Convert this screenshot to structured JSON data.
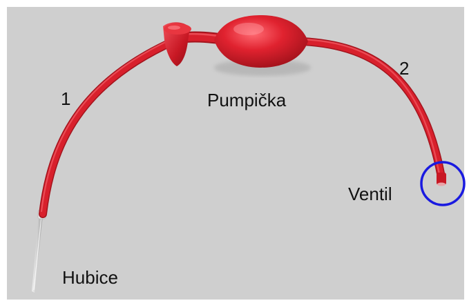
{
  "colors": {
    "background": "#cfcfcf",
    "frame": "#ffffff",
    "tube": "#d8202c",
    "tube_highlight": "#ef5660",
    "tube_shadow": "#a3141d",
    "bulb": "#dd1f2c",
    "tip": "#d9d9d9",
    "highlight_circle": "#1a1ae0",
    "text": "#111111"
  },
  "labels": {
    "part1": "1",
    "part2": "2",
    "pump": "Pumpička",
    "valve": "Ventil",
    "nozzle": "Hubice"
  },
  "annotation": {
    "circle_target": "Ventil"
  }
}
